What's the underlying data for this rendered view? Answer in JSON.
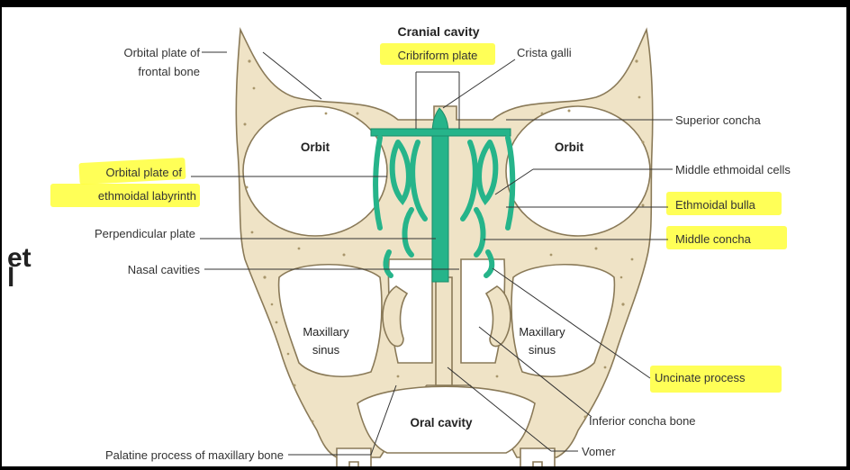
{
  "labels": {
    "cranial_cavity": "Cranial cavity",
    "cribriform_plate": "Cribriform plate",
    "crista_galli": "Crista galli",
    "orbital_plate_frontal_l1": "Orbital plate of",
    "orbital_plate_frontal_l2": "frontal bone",
    "orbit_left": "Orbit",
    "orbit_right": "Orbit",
    "superior_concha": "Superior concha",
    "middle_ethmoidal_cells": "Middle ethmoidal cells",
    "orbital_plate_ethmoid_l1": "Orbital plate of",
    "orbital_plate_ethmoid_l2": "ethmoidal labyrinth",
    "ethmoidal_bulla": "Ethmoidal bulla",
    "perpendicular_plate": "Perpendicular plate",
    "middle_concha": "Middle concha",
    "nasal_cavities": "Nasal cavities",
    "maxillary_sinus_left_l1": "Maxillary",
    "maxillary_sinus_left_l2": "sinus",
    "maxillary_sinus_right_l1": "Maxillary",
    "maxillary_sinus_right_l2": "sinus",
    "uncinate_process": "Uncinate process",
    "oral_cavity": "Oral cavity",
    "inferior_concha_bone": "Inferior concha bone",
    "palatine_process": "Palatine process of maxillary bone",
    "vomer": "Vomer"
  },
  "cropped_text": {
    "line1": "et",
    "line2": "l"
  },
  "colors": {
    "highlight": "#ffff3a",
    "ethmoid": "#26b48a",
    "bone": "#efe3c6",
    "bone_outline": "#8a7a58"
  }
}
